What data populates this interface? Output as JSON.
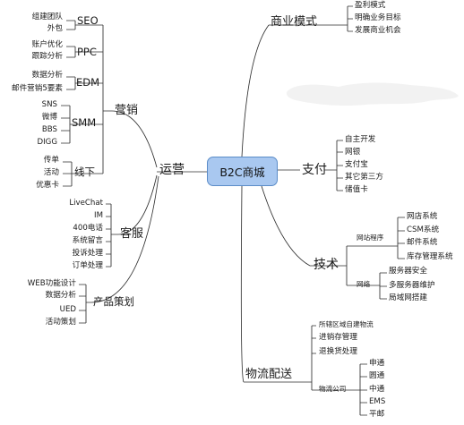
{
  "center": "B2C商城",
  "yunying": {
    "label": "运营",
    "yingxiao": {
      "label": "营销",
      "seo": {
        "label": "SEO",
        "items": [
          "组建团队",
          "外包"
        ]
      },
      "ppc": {
        "label": "PPC",
        "items": [
          "账户优化",
          "跟踪分析"
        ]
      },
      "edm": {
        "label": "EDM",
        "items": [
          "数据分析",
          "邮件营销5要素"
        ]
      },
      "smm": {
        "label": "SMM",
        "items": [
          "SNS",
          "微博",
          "BBS",
          "DIGG"
        ]
      },
      "xianxia": {
        "label": "线下",
        "items": [
          "传单",
          "活动",
          "优惠卡"
        ]
      }
    },
    "kefu": {
      "label": "客服",
      "items": [
        "LiveChat",
        "IM",
        "400电话",
        "系统留言",
        "投诉处理",
        "订单处理"
      ]
    },
    "cehua": {
      "label": "产品策划",
      "items": [
        "WEB功能设计",
        "数据分析",
        "UED",
        "活动策划"
      ]
    }
  },
  "shangye": {
    "label": "商业模式",
    "items": [
      "盈利模式",
      "明确业务目标",
      "发展商业机会"
    ]
  },
  "zhifu": {
    "label": "支付",
    "items": [
      "自主开发",
      "网银",
      "支付宝",
      "其它第三方",
      "储值卡"
    ]
  },
  "jishu": {
    "label": "技术",
    "wangzhan": {
      "label": "网站程序",
      "items": [
        "网店系统",
        "CSM系统",
        "邮件系统",
        "库存管理系统"
      ]
    },
    "wangluo": {
      "label": "网络",
      "items": [
        "服务器安全",
        "多服务器维护",
        "局域网搭建"
      ]
    }
  },
  "wuliu": {
    "label": "物流配送",
    "items": [
      "所辖区域自建物流",
      "进销存管理",
      "退换货处理"
    ],
    "gongsi": {
      "label": "物流公司",
      "items": [
        "申通",
        "圆通",
        "中通",
        "EMS",
        "平邮"
      ]
    }
  }
}
